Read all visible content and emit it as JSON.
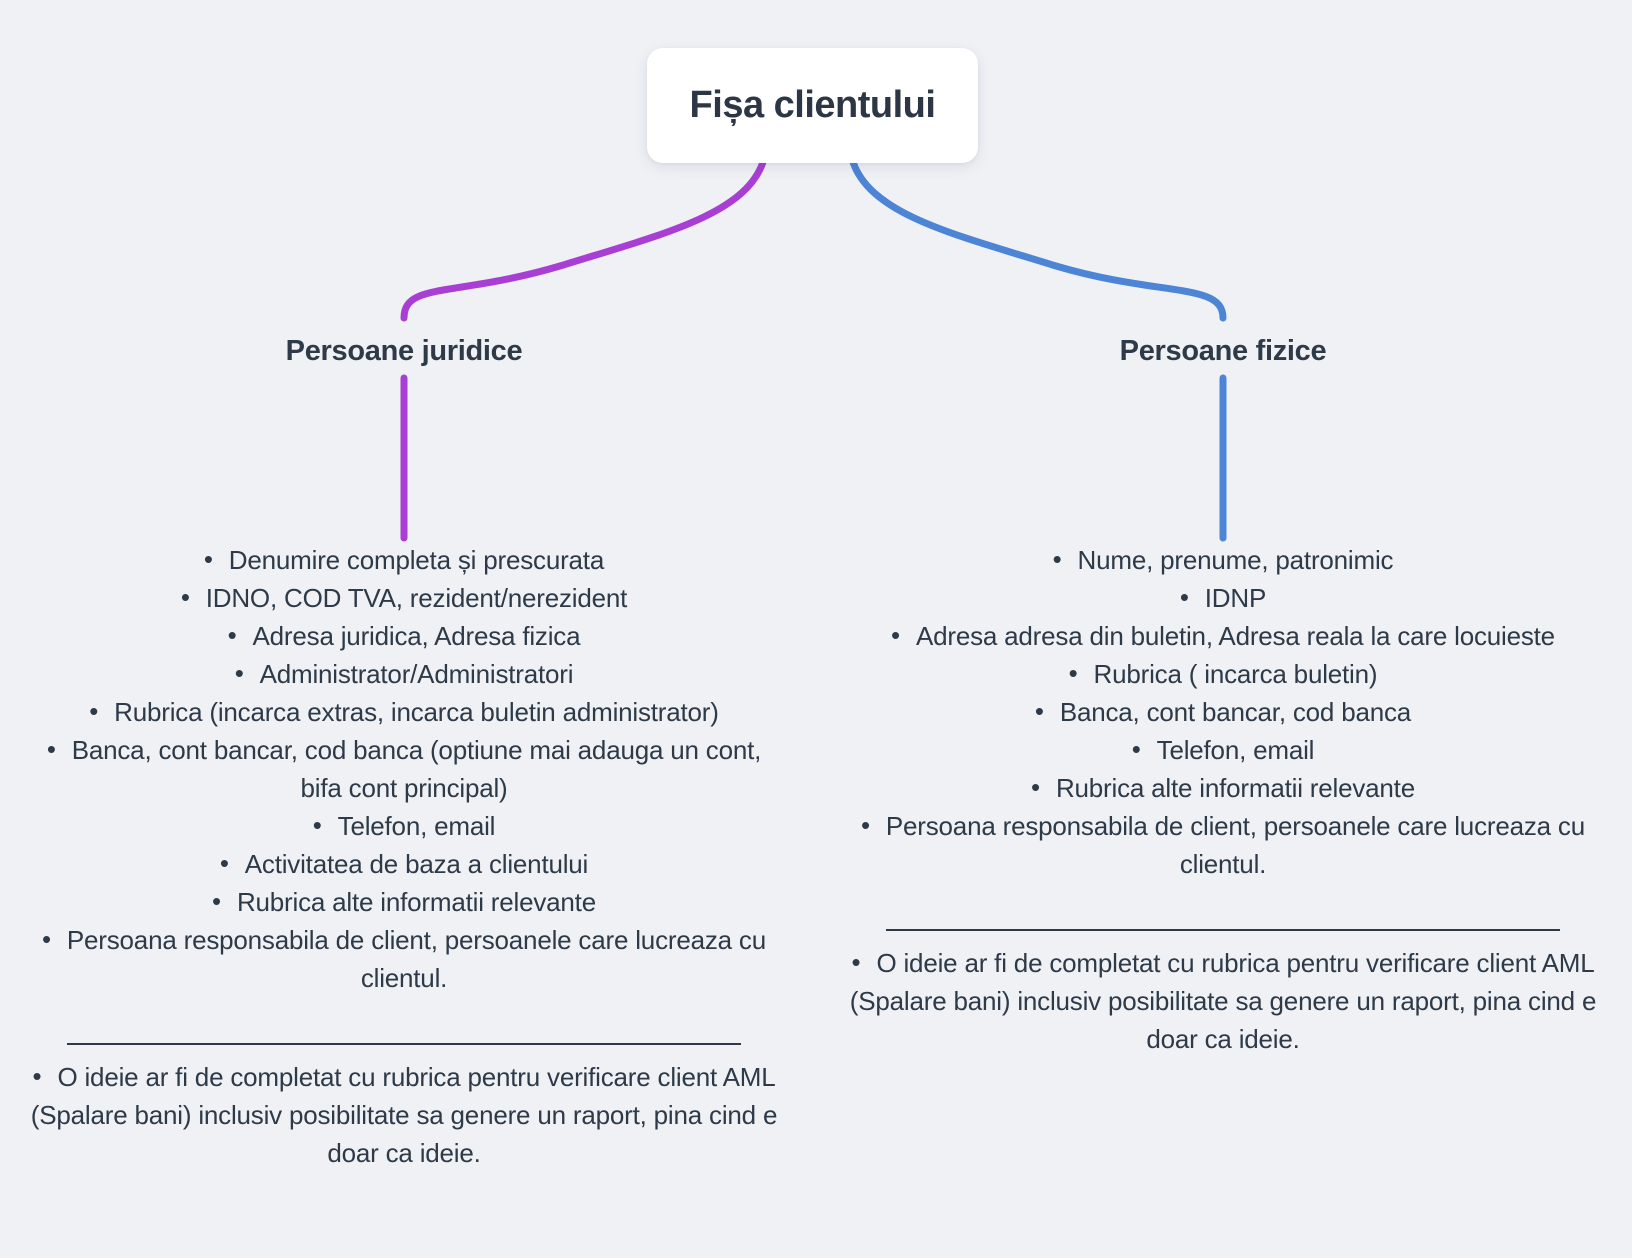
{
  "root": {
    "label": "Fișa clientului"
  },
  "glyphs": {
    "bullet": "•"
  },
  "colors": {
    "background": "#eff1f5",
    "text": "#2e3a48",
    "node_background": "#ffffff",
    "branch_left_line": "#a93ed4",
    "branch_right_line": "#4c84d6"
  },
  "branches": [
    {
      "label": "Persoane juridice",
      "color": "#a93ed4",
      "items": [
        "Denumire completa și prescurata",
        "IDNO, COD TVA, rezident/nerezident",
        "Adresa juridica, Adresa fizica",
        "Administrator/Administratori",
        "Rubrica (incarca extras, incarca buletin administrator)",
        "Banca, cont bancar, cod banca (optiune mai adauga un cont, bifa cont principal)",
        "Telefon, email",
        "Activitatea de baza a clientului",
        "Rubrica alte informatii relevante",
        "Persoana responsabila de client, persoanele care lucreaza cu clientul."
      ],
      "note": "O ideie ar fi de completat cu rubrica pentru verificare client AML (Spalare bani) inclusiv posibilitate sa genere un raport, pina cind e doar ca ideie."
    },
    {
      "label": "Persoane fizice",
      "color": "#4c84d6",
      "items": [
        "Nume, prenume, patronimic",
        "IDNP",
        "Adresa adresa din buletin, Adresa reala la care locuieste",
        "Rubrica ( incarca buletin)",
        "Banca, cont bancar, cod banca",
        "Telefon, email",
        "Rubrica alte informatii relevante",
        "Persoana responsabila de client, persoanele care lucreaza cu clientul."
      ],
      "note": "O ideie ar fi de completat cu rubrica pentru verificare client AML (Spalare bani) inclusiv posibilitate sa genere un raport, pina cind e doar ca ideie."
    }
  ]
}
